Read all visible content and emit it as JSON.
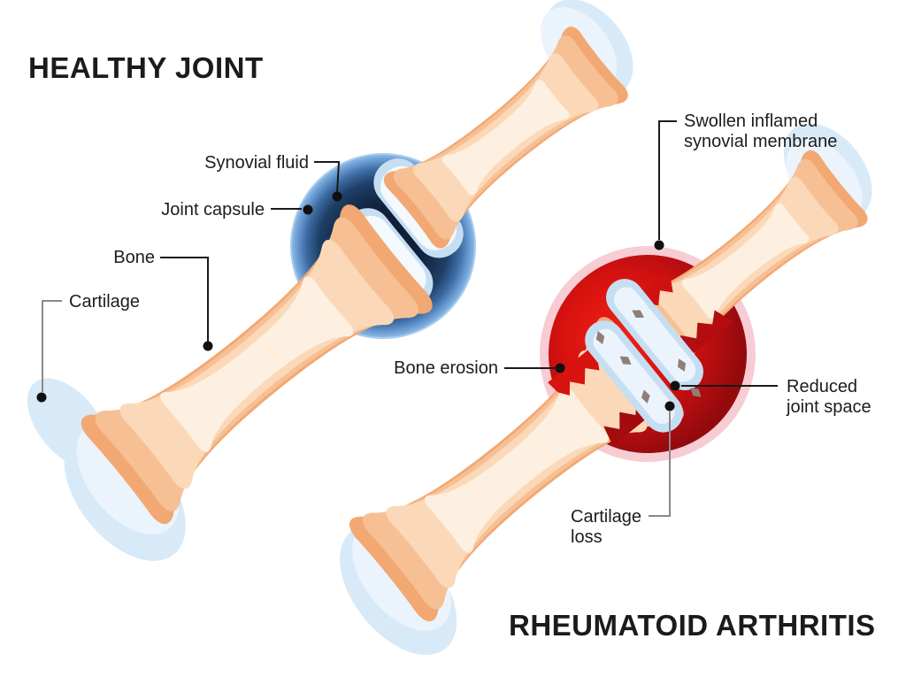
{
  "titles": {
    "left": "HEALTHY JOINT",
    "right": "RHEUMATOID ARTHRITIS"
  },
  "healthy_labels": {
    "synovial_fluid": "Synovial fluid",
    "joint_capsule": "Joint capsule",
    "bone": "Bone",
    "cartilage": "Cartilage"
  },
  "ra_labels": {
    "swollen_line1": "Swollen inflamed",
    "swollen_line2": "synovial membrane",
    "bone_erosion": "Bone erosion",
    "reduced_line1": "Reduced",
    "reduced_line2": "joint space",
    "cartilage_loss_line1": "Cartilage",
    "cartilage_loss_line2": "loss"
  },
  "colors": {
    "bone_outline": "#f2a873",
    "bone_mid": "#f7c094",
    "bone_inner": "#fbd9b8",
    "bone_core": "#fdf0e1",
    "cartilage_blue": "#c6def2",
    "cartilage_pale": "#ebf4fc",
    "cartilage_white": "#f3f9fd",
    "far_cartilage": "#d8eaf8",
    "capsule_rim": "#8fbce8",
    "synovial_dark": "#0d1a2c",
    "inflamed_bright": "#ef2115",
    "inflamed_red": "#d81310",
    "inflamed_dark": "#930a0d",
    "pink_rim": "#f7ccd3",
    "crack_brown": "#8e8076",
    "label_text": "#1c1c1c"
  }
}
